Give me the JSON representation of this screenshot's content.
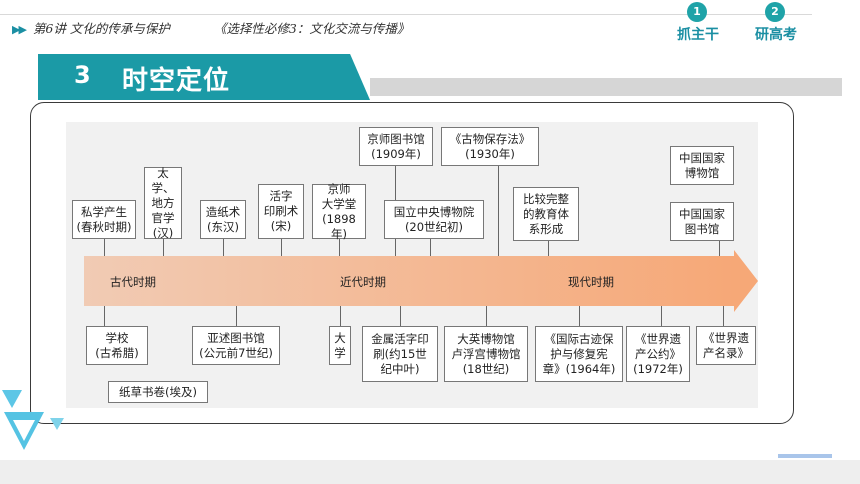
{
  "header": {
    "lesson": "第6讲  文化的传承与保护",
    "book": "《选择性必修3：文化交流与传播》",
    "nav": [
      {
        "num": "1",
        "label": "抓主干"
      },
      {
        "num": "2",
        "label": "研高考"
      }
    ]
  },
  "section": {
    "number": "3",
    "title": "时空定位"
  },
  "timeline": {
    "periods": [
      "古代时期",
      "近代时期",
      "现代时期"
    ],
    "top_boxes": [
      "私学产生\n(春秋时期)",
      "太学、\n地方\n官学\n(汉)",
      "造纸术\n(东汉)",
      "活字\n印刷术\n(宋)",
      "京师\n大学堂\n(1898年)",
      "京师图书馆\n(1909年)",
      "国立中央博物院\n(20世纪初)",
      "《古物保存法》\n(1930年)",
      "比较完整\n的教育体\n系形成",
      "中国国家\n博物馆",
      "中国国家\n图书馆"
    ],
    "bottom_boxes": [
      "学校\n(古希腊)",
      "纸草书卷(埃及)",
      "亚述图书馆\n(公元前7世纪)",
      "大\n学",
      "金属活字印\n刷(约15世\n纪中叶)",
      "大英博物馆\n卢浮宫博物馆\n(18世纪)",
      "《国际古迹保\n护与修复宪\n章》(1964年)",
      "《世界遗\n产公约》\n(1972年)",
      "《世界遗\n产名录》"
    ]
  }
}
